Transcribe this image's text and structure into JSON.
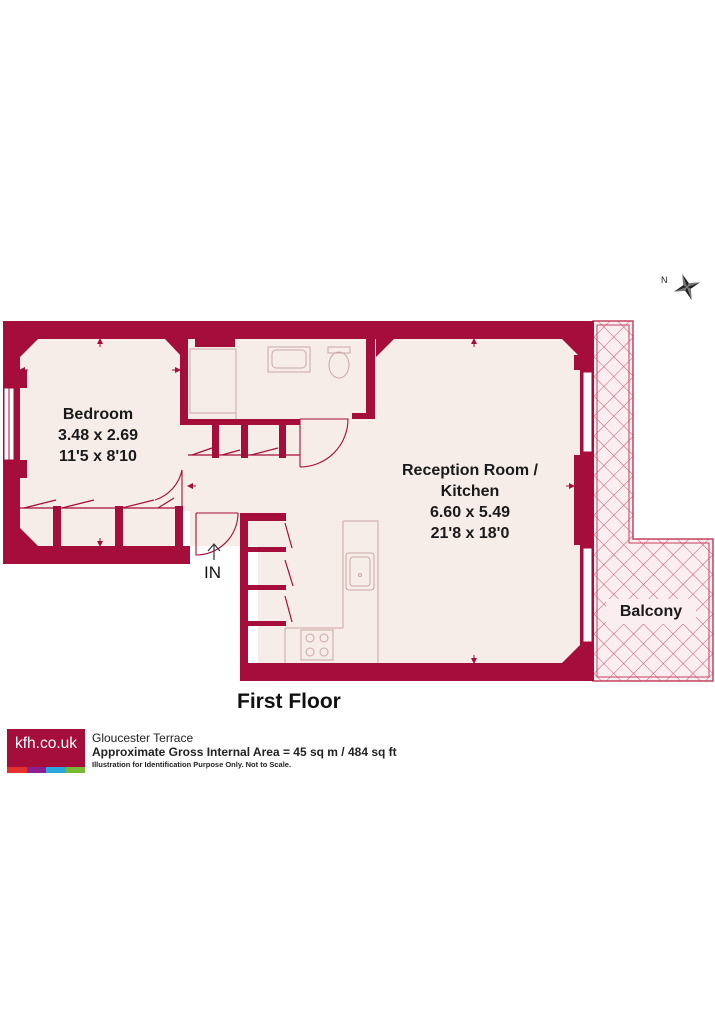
{
  "rooms": {
    "bedroom": {
      "name": "Bedroom",
      "metric": "3.48 x 2.69",
      "imperial": "11'5 x 8'10"
    },
    "reception": {
      "name_line1": "Reception Room /",
      "name_line2": "Kitchen",
      "metric": "6.60 x 5.49",
      "imperial": "21'8 x 18'0"
    },
    "balcony": {
      "name": "Balcony"
    }
  },
  "labels": {
    "entrance": "IN",
    "compass": "N",
    "floor_title": "First Floor"
  },
  "footer": {
    "logo_text": "kfh.co.uk",
    "address": "Gloucester Terrace",
    "area": "Approximate Gross Internal Area = 45 sq m / 484 sq ft",
    "disclaimer": "Illustration for Identification Purpose Only. Not to Scale."
  },
  "colors": {
    "wall": "#a50e3a",
    "floor": "#f6ece8",
    "fixture_line": "#c9a8a8",
    "logo_strip": [
      "#e4312b",
      "#8a1f8f",
      "#2aa7df",
      "#78b833"
    ]
  }
}
